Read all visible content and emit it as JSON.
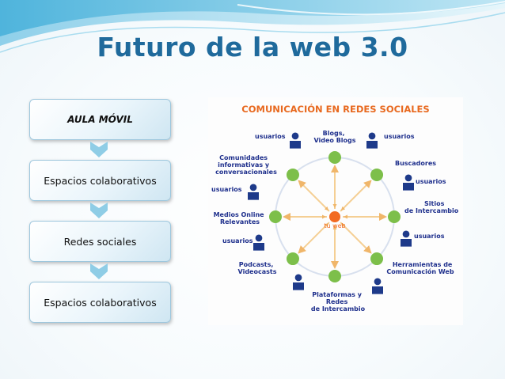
{
  "slide": {
    "title": "Futuro de la web 3.0"
  },
  "flow": {
    "steps": [
      "AULA MÓVIL",
      "Espacios colaborativos",
      "Redes sociales",
      "Espacios colaborativos"
    ]
  },
  "diagram": {
    "title": "COMUNICACIÓN EN REDES SOCIALES",
    "center_label": "tu web",
    "nodes": {
      "blogs": [
        "Blogs,",
        "Video Blogs"
      ],
      "buscadores": [
        "Buscadores"
      ],
      "sitios": [
        "Sitios",
        "de Intercambio"
      ],
      "herramientas": [
        "Herramientas de",
        "Comunicación Web"
      ],
      "plataformas": [
        "Plataformas y",
        "Redes",
        "de Intercambio"
      ],
      "podcasts": [
        "Podcasts,",
        "Videocasts"
      ],
      "medios": [
        "Medios Online",
        "Relevantes"
      ],
      "comunidades": [
        "Comunidades",
        "informativas y",
        "conversacionales"
      ]
    },
    "user_label": "usuarios",
    "colors": {
      "title": "#e8691f",
      "label": "#1e2f8c",
      "node": "#7dbf4a",
      "center": "#f26a22",
      "arrow": "#f5cf94",
      "circle": "#d8e0ee",
      "user": "#1e3a8a"
    }
  }
}
